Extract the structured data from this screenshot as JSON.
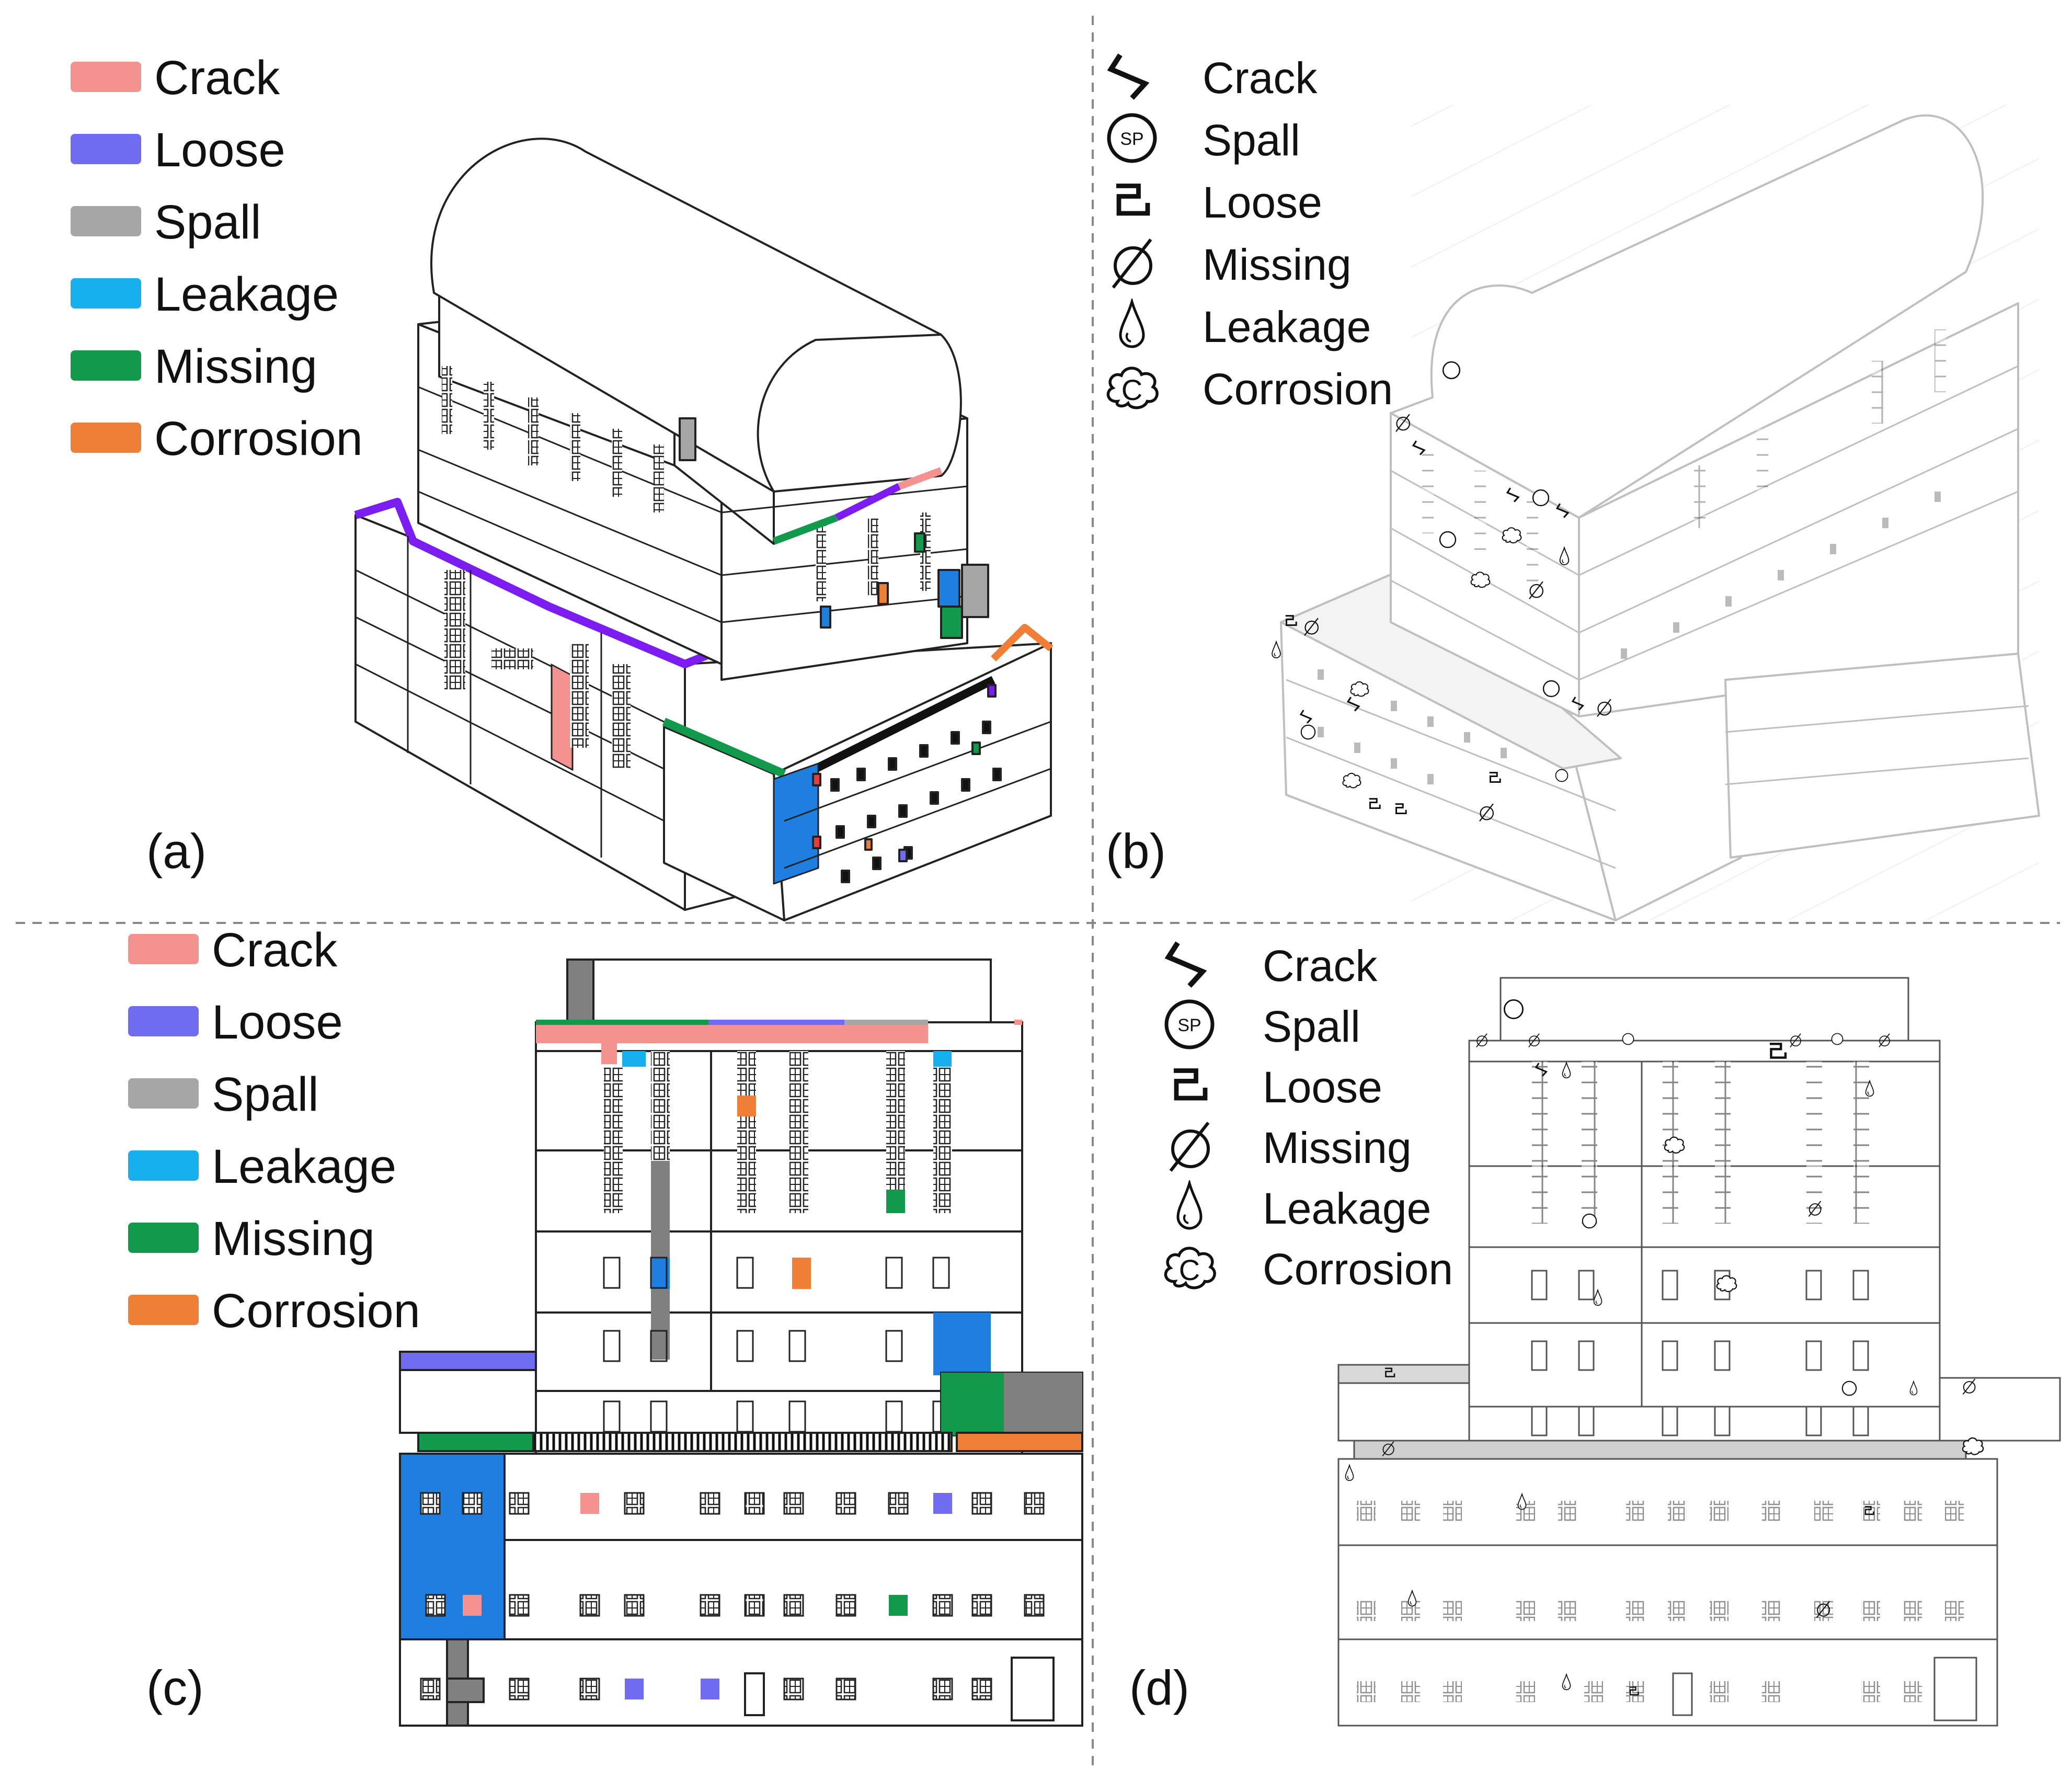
{
  "panels": {
    "a": {
      "label": "(a)",
      "legend": [
        {
          "text": "Crack",
          "color": "#f4928f"
        },
        {
          "text": "Loose",
          "color": "#6f6cf2"
        },
        {
          "text": "Spall",
          "color": "#a6a6a6"
        },
        {
          "text": "Leakage",
          "color": "#17b0ee"
        },
        {
          "text": "Missing",
          "color": "#119a4b"
        },
        {
          "text": "Corrosion",
          "color": "#ef7e36"
        }
      ]
    },
    "b": {
      "label": "(b)",
      "legend": [
        {
          "text": "Crack",
          "icon": "crack-icon"
        },
        {
          "text": "Spall",
          "icon": "spall-icon"
        },
        {
          "text": "Loose",
          "icon": "loose-icon"
        },
        {
          "text": "Missing",
          "icon": "missing-icon"
        },
        {
          "text": "Leakage",
          "icon": "leakage-icon"
        },
        {
          "text": "Corrosion",
          "icon": "corrosion-icon"
        }
      ],
      "spall_symbol_text": "SP",
      "corrosion_symbol_text": "C"
    },
    "c": {
      "label": "(c)",
      "legend": [
        {
          "text": "Crack",
          "color": "#f4928f"
        },
        {
          "text": "Loose",
          "color": "#6f6cf2"
        },
        {
          "text": "Spall",
          "color": "#a6a6a6"
        },
        {
          "text": "Leakage",
          "color": "#17b0ee"
        },
        {
          "text": "Missing",
          "color": "#119a4b"
        },
        {
          "text": "Corrosion",
          "color": "#ef7e36"
        }
      ]
    },
    "d": {
      "label": "(d)",
      "legend": [
        {
          "text": "Crack",
          "icon": "crack-icon"
        },
        {
          "text": "Spall",
          "icon": "spall-icon"
        },
        {
          "text": "Loose",
          "icon": "loose-icon"
        },
        {
          "text": "Missing",
          "icon": "missing-icon"
        },
        {
          "text": "Leakage",
          "icon": "leakage-icon"
        },
        {
          "text": "Corrosion",
          "icon": "corrosion-icon"
        }
      ],
      "spall_symbol_text": "SP",
      "corrosion_symbol_text": "C"
    }
  },
  "colors": {
    "crack": "#f4928f",
    "loose": "#6f6cf2",
    "spall": "#a6a6a6",
    "leakage": "#17b0ee",
    "missing": "#119a4b",
    "corrosion": "#ef7e36",
    "leak_facade": "#1f7fe0",
    "outline": "#222222"
  }
}
